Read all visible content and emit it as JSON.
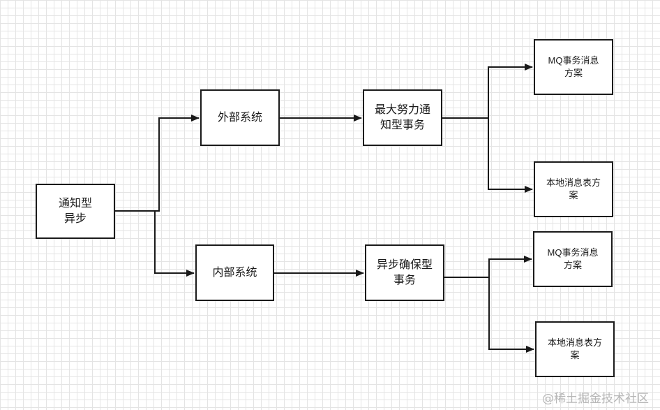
{
  "nodes": {
    "root": {
      "line1": "通知型",
      "line2": "异步"
    },
    "external": {
      "label": "外部系统"
    },
    "internal": {
      "label": "内部系统"
    },
    "best_effort": {
      "line1": "最大努力通",
      "line2": "知型事务"
    },
    "async_guarantee": {
      "line1": "异步确保型",
      "line2": "事务"
    },
    "mq_top": {
      "line1": "MQ事务消息",
      "line2": "方案"
    },
    "local_top": {
      "line1": "本地消息表方",
      "line2": "案"
    },
    "mq_bottom": {
      "line1": "MQ事务消息",
      "line2": "方案"
    },
    "local_bottom": {
      "line1": "本地消息表方",
      "line2": "案"
    }
  },
  "colors": {
    "line": "#1a1a1a",
    "grid": "#e4e4e4",
    "watermark": "#b7b7b7"
  },
  "watermark": {
    "text": "@稀土掘金技术社区"
  }
}
